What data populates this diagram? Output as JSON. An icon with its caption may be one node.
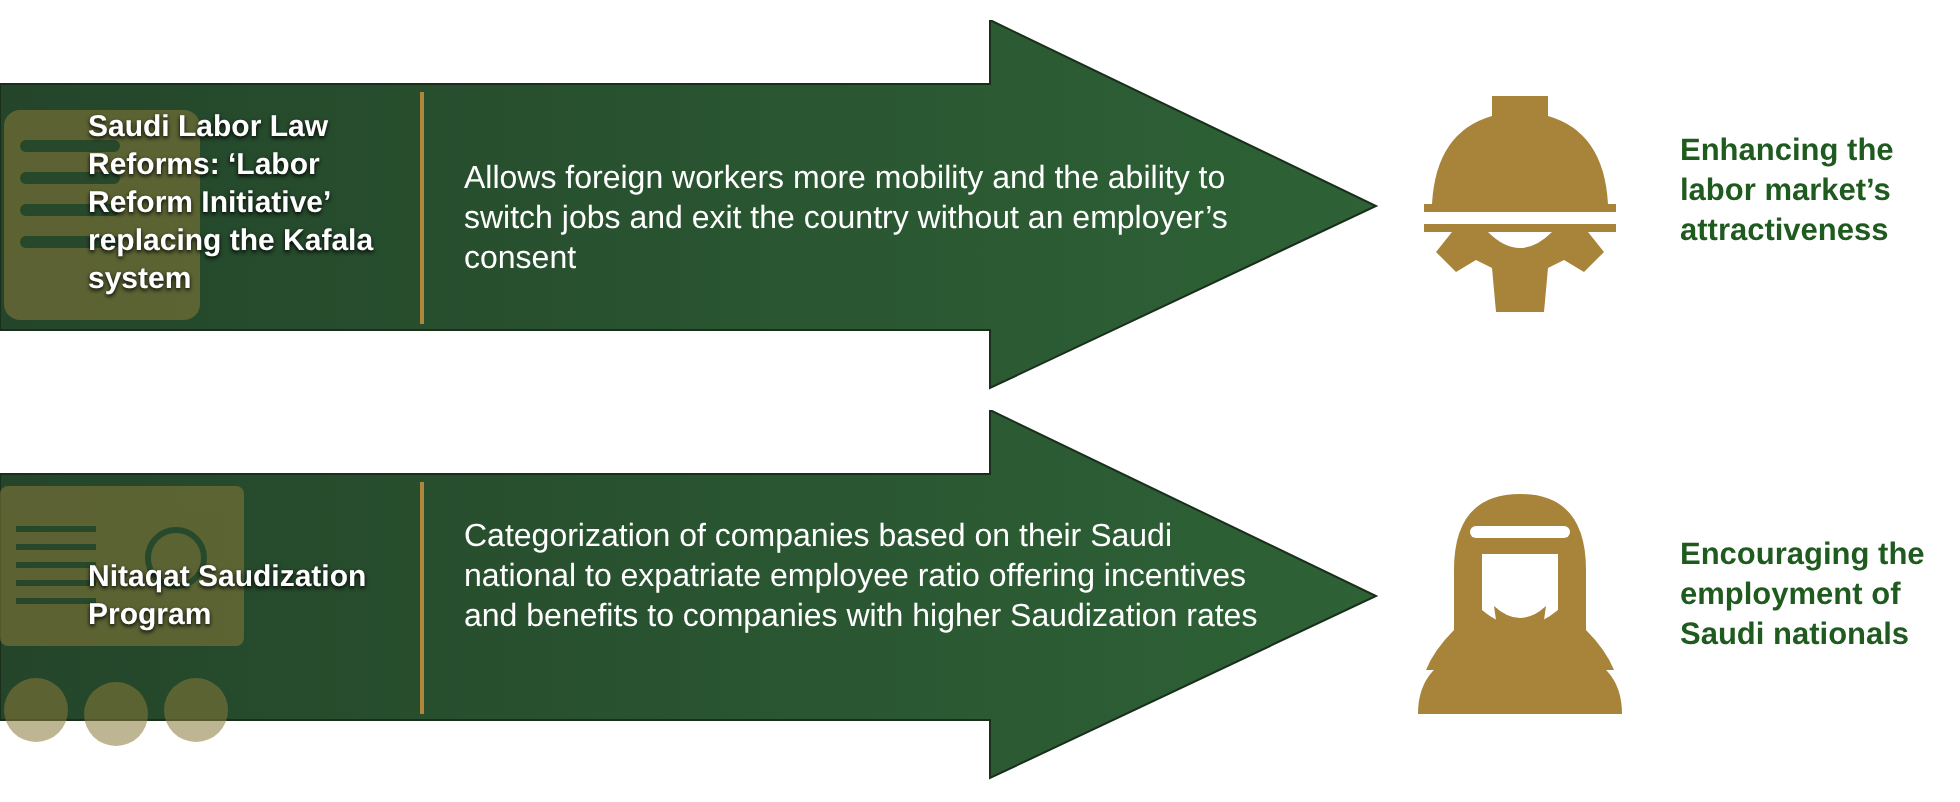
{
  "diagram": {
    "nodes": [
      {
        "text": [
          "Saudi Labor Law Reforms: ‘Labor Reform Initiative’ replacing the Kafala system",
          "Allows foreign workers more mobility and the ability to switch jobs and exit the country without an employer’s consent"
        ]
      },
      {
        "text": [
          "Nitaqat Saudization Program",
          "Categorization of companies based on their Saudi national to expatriate employee ratio offering incentives and benefits to companies with higher Saudization rates"
        ]
      }
    ],
    "labels": [
      "Enhancing the labor market’s attractiveness",
      "Encouraging the employment of Saudi nationals"
    ]
  }
}
